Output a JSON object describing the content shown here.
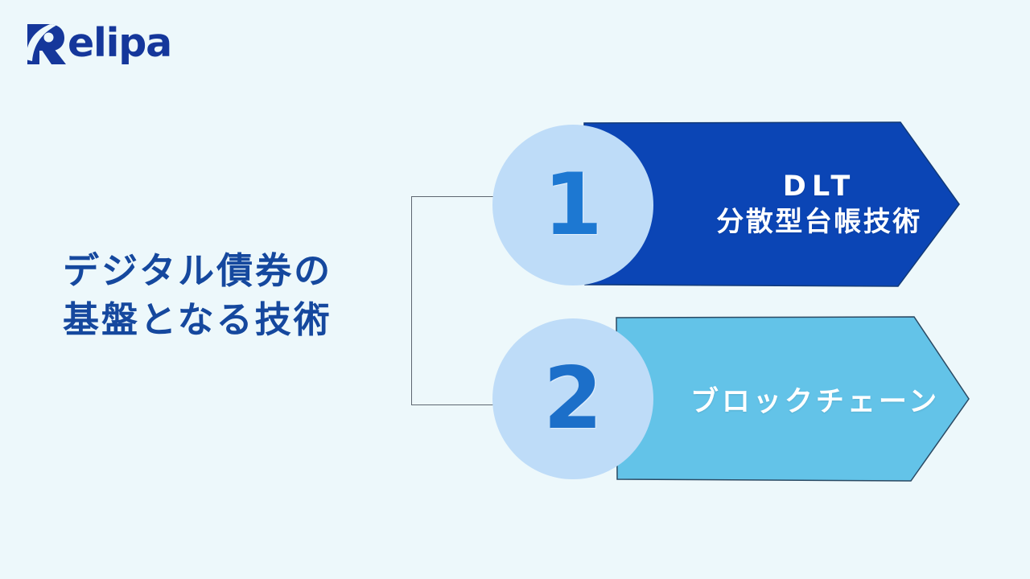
{
  "slide": {
    "background_color": "#edf8fb",
    "title_color": "#15489e"
  },
  "logo": {
    "name": "relipa-logo",
    "wordmark": "elipa",
    "mark_letter": "R",
    "color": "#15379b"
  },
  "headline": {
    "line1": "デジタル債券の",
    "line2": "基盤となる技術"
  },
  "bracket": {
    "name": "bracket-connector",
    "color": "#5d6670"
  },
  "items": [
    {
      "number": "1",
      "label_en": "DLT",
      "label_jp": "分散型台帳技術",
      "banner_color": "#0b45b5",
      "circle_color": "#bedcf8",
      "number_color": "#1d78d2",
      "text_color": "#ffffff"
    },
    {
      "number": "2",
      "label_en": "",
      "label_jp": "ブロックチェーン",
      "banner_color": "#63c3e8",
      "circle_color": "#bedcf8",
      "number_color": "#1c6fc9",
      "text_color": "#ffffff"
    }
  ]
}
